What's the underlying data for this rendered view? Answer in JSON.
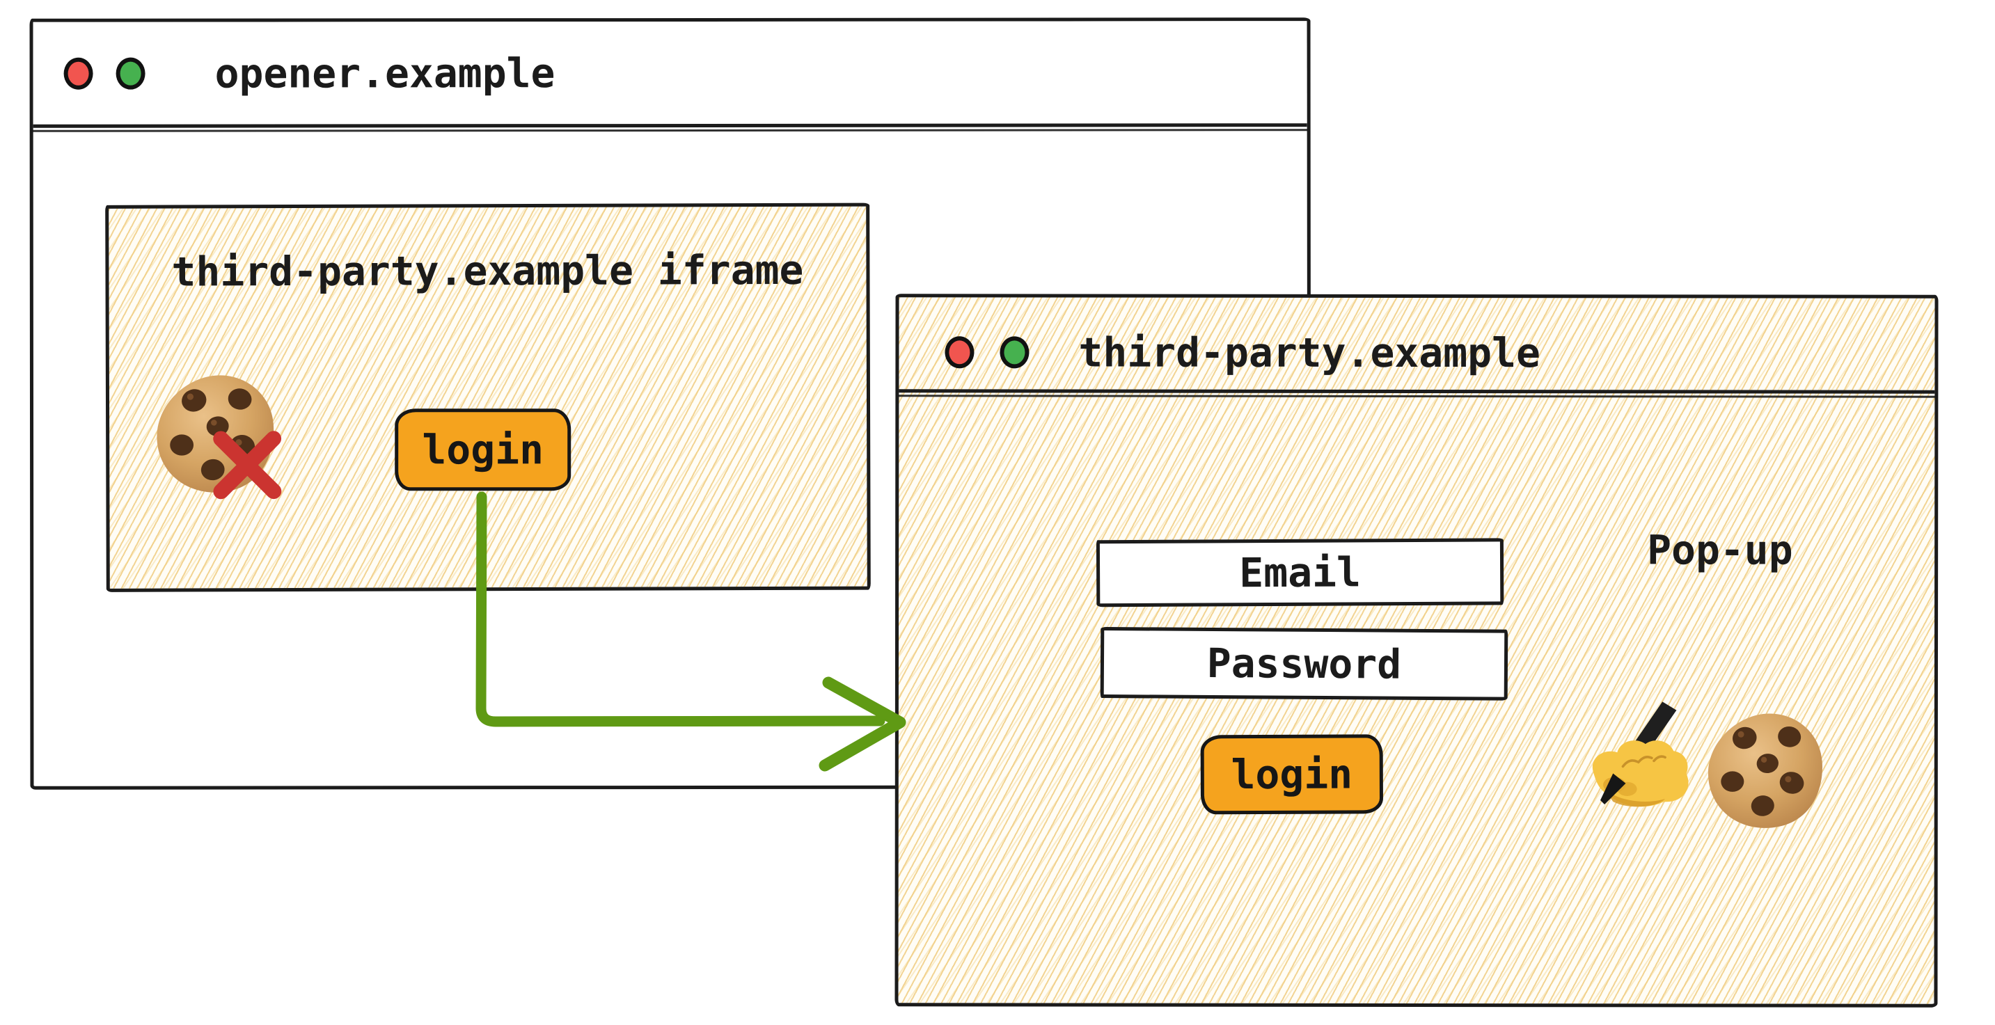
{
  "opener": {
    "title": "opener.example",
    "iframe": {
      "title": "third-party.example iframe",
      "login_label": "login"
    }
  },
  "popup": {
    "title": "third-party.example",
    "label": "Pop-up",
    "email_label": "Email",
    "password_label": "Password",
    "login_label": "login"
  },
  "icons": {
    "traffic_red": "red-circle-window-button",
    "traffic_green": "green-circle-window-button",
    "blocked_cookie": "cookie-with-red-cross",
    "writing_hand": "writing-hand",
    "cookie": "chocolate-chip-cookie",
    "flow_arrow": "green-elbow-arrow"
  },
  "colors": {
    "accent_orange": "#f5a31e",
    "arrow_green": "#5f9a14",
    "blocked_red": "#cb3430",
    "traffic_red": "#f1554f",
    "traffic_green": "#46b14f",
    "ink": "#1b1b1b",
    "hatch_line": "#f0cd82",
    "paper": "#ffffff"
  }
}
